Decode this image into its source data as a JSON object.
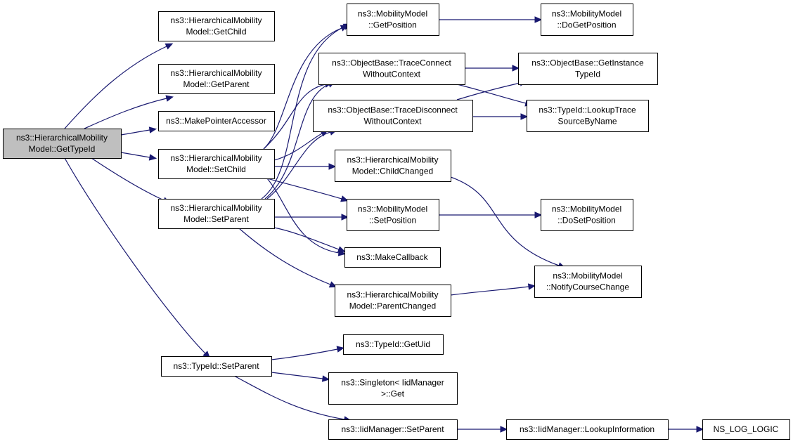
{
  "graph": {
    "title": "Call graph of ns3::HierarchicalMobilityModel::GetTypeId",
    "colors": {
      "edge": "#191970",
      "root_fill": "#bfbfbf",
      "node_fill": "#ffffff",
      "border": "#000000"
    },
    "nodes": [
      {
        "id": "root",
        "lines": [
          "ns3::HierarchicalMobility",
          "Model::GetTypeId"
        ],
        "root": true
      },
      {
        "id": "getchild",
        "lines": [
          "ns3::HierarchicalMobility",
          "Model::GetChild"
        ]
      },
      {
        "id": "getparent",
        "lines": [
          "ns3::HierarchicalMobility",
          "Model::GetParent"
        ]
      },
      {
        "id": "makepointer",
        "lines": [
          "ns3::MakePointerAccessor"
        ]
      },
      {
        "id": "setchild",
        "lines": [
          "ns3::HierarchicalMobility",
          "Model::SetChild"
        ]
      },
      {
        "id": "setparent",
        "lines": [
          "ns3::HierarchicalMobility",
          "Model::SetParent"
        ]
      },
      {
        "id": "typeid_setparent",
        "lines": [
          "ns3::TypeId::SetParent"
        ]
      },
      {
        "id": "getposition",
        "lines": [
          "ns3::MobilityModel",
          "::GetPosition"
        ]
      },
      {
        "id": "traceconnect",
        "lines": [
          "ns3::ObjectBase::TraceConnect",
          "WithoutContext"
        ]
      },
      {
        "id": "tracedisconnect",
        "lines": [
          "ns3::ObjectBase::TraceDisconnect",
          "WithoutContext"
        ]
      },
      {
        "id": "childchanged",
        "lines": [
          "ns3::HierarchicalMobility",
          "Model::ChildChanged"
        ]
      },
      {
        "id": "setposition",
        "lines": [
          "ns3::MobilityModel",
          "::SetPosition"
        ]
      },
      {
        "id": "makecallback",
        "lines": [
          "ns3::MakeCallback"
        ]
      },
      {
        "id": "parentchanged",
        "lines": [
          "ns3::HierarchicalMobility",
          "Model::ParentChanged"
        ]
      },
      {
        "id": "getuid",
        "lines": [
          "ns3::TypeId::GetUid"
        ]
      },
      {
        "id": "singleton_get",
        "lines": [
          "ns3::Singleton< IidManager",
          ">::Get"
        ]
      },
      {
        "id": "iid_setparent",
        "lines": [
          "ns3::IidManager::SetParent"
        ]
      },
      {
        "id": "dogetposition",
        "lines": [
          "ns3::MobilityModel",
          "::DoGetPosition"
        ]
      },
      {
        "id": "getinstancetypeid",
        "lines": [
          "ns3::ObjectBase::GetInstance",
          "TypeId"
        ]
      },
      {
        "id": "lookuptrace",
        "lines": [
          "ns3::TypeId::LookupTrace",
          "SourceByName"
        ]
      },
      {
        "id": "dosetposition",
        "lines": [
          "ns3::MobilityModel",
          "::DoSetPosition"
        ]
      },
      {
        "id": "notifycourse",
        "lines": [
          "ns3::MobilityModel",
          "::NotifyCourseChange"
        ]
      },
      {
        "id": "lookupinfo",
        "lines": [
          "ns3::IidManager::LookupInformation"
        ]
      },
      {
        "id": "ns_log_logic",
        "lines": [
          "NS_LOG_LOGIC"
        ]
      }
    ],
    "edges": [
      [
        "root",
        "getchild"
      ],
      [
        "root",
        "getparent"
      ],
      [
        "root",
        "makepointer"
      ],
      [
        "root",
        "setchild"
      ],
      [
        "root",
        "setparent"
      ],
      [
        "root",
        "typeid_setparent"
      ],
      [
        "setchild",
        "getposition"
      ],
      [
        "setchild",
        "traceconnect"
      ],
      [
        "setchild",
        "tracedisconnect"
      ],
      [
        "setchild",
        "childchanged"
      ],
      [
        "setchild",
        "setposition"
      ],
      [
        "setchild",
        "makecallback"
      ],
      [
        "setparent",
        "getposition"
      ],
      [
        "setparent",
        "traceconnect"
      ],
      [
        "setparent",
        "tracedisconnect"
      ],
      [
        "setparent",
        "setposition"
      ],
      [
        "setparent",
        "makecallback"
      ],
      [
        "setparent",
        "parentchanged"
      ],
      [
        "getposition",
        "dogetposition"
      ],
      [
        "traceconnect",
        "getinstancetypeid"
      ],
      [
        "traceconnect",
        "lookuptrace"
      ],
      [
        "tracedisconnect",
        "getinstancetypeid"
      ],
      [
        "tracedisconnect",
        "lookuptrace"
      ],
      [
        "childchanged",
        "notifycourse"
      ],
      [
        "setposition",
        "dosetposition"
      ],
      [
        "parentchanged",
        "notifycourse"
      ],
      [
        "typeid_setparent",
        "getuid"
      ],
      [
        "typeid_setparent",
        "singleton_get"
      ],
      [
        "typeid_setparent",
        "iid_setparent"
      ],
      [
        "iid_setparent",
        "lookupinfo"
      ],
      [
        "lookupinfo",
        "ns_log_logic"
      ]
    ]
  }
}
